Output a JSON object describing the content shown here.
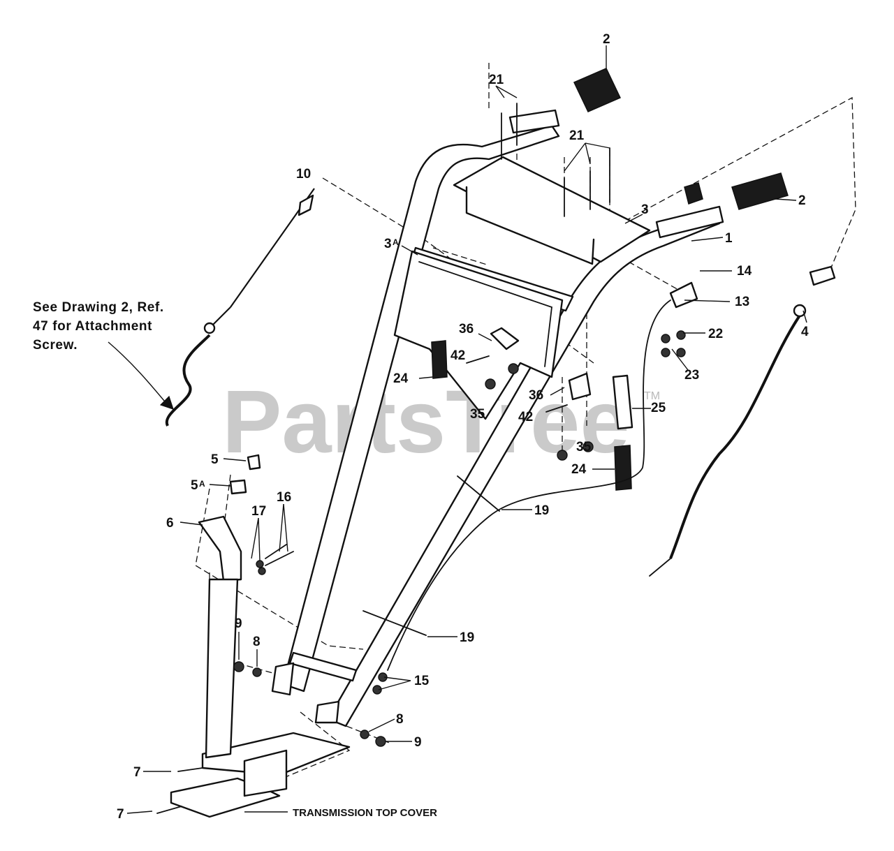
{
  "watermark": {
    "text": "PartsTree",
    "tm": "TM"
  },
  "note": {
    "lines": [
      "See Drawing 2, Ref.",
      "47 for Attachment",
      "Screw."
    ]
  },
  "callouts": {
    "c1": "1",
    "c2a": "2",
    "c2b": "2",
    "c3": "3",
    "c3a_num": "3",
    "c3a_sub": "A",
    "c4": "4",
    "c5": "5",
    "c5a_num": "5",
    "c5a_sub": "A",
    "c6": "6",
    "c7a": "7",
    "c7b": "7",
    "c8a": "8",
    "c8b": "8",
    "c9a": "9",
    "c9b": "9",
    "c10": "10",
    "c13": "13",
    "c14": "14",
    "c15": "15",
    "c16": "16",
    "c17": "17",
    "c19a": "19",
    "c19b": "19",
    "c21a": "21",
    "c21b": "21",
    "c22": "22",
    "c23": "23",
    "c24a": "24",
    "c24b": "24",
    "c25": "25",
    "c35a": "35",
    "c35b": "35",
    "c36a": "36",
    "c36b": "36",
    "c42a": "42",
    "c42b": "42",
    "transmission": "TRANSMISSION TOP COVER"
  }
}
